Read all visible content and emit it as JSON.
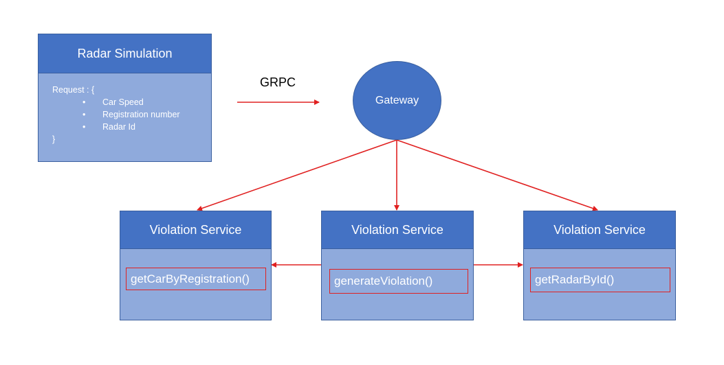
{
  "radar": {
    "title": "Radar Simulation",
    "request_open": "Request : {",
    "fields": [
      "Car Speed",
      "Registration number",
      "Radar Id"
    ],
    "request_close": "}"
  },
  "protocol_label": "GRPC",
  "gateway": {
    "label": "Gateway"
  },
  "services": [
    {
      "title": "Violation Service",
      "method": "getCarByRegistration()"
    },
    {
      "title": "Violation Service",
      "method": "generateViolation()"
    },
    {
      "title": "Violation Service",
      "method": "getRadarById()"
    }
  ],
  "colors": {
    "header": "#4472c4",
    "body": "#8faadc",
    "arrow": "#e02020"
  }
}
